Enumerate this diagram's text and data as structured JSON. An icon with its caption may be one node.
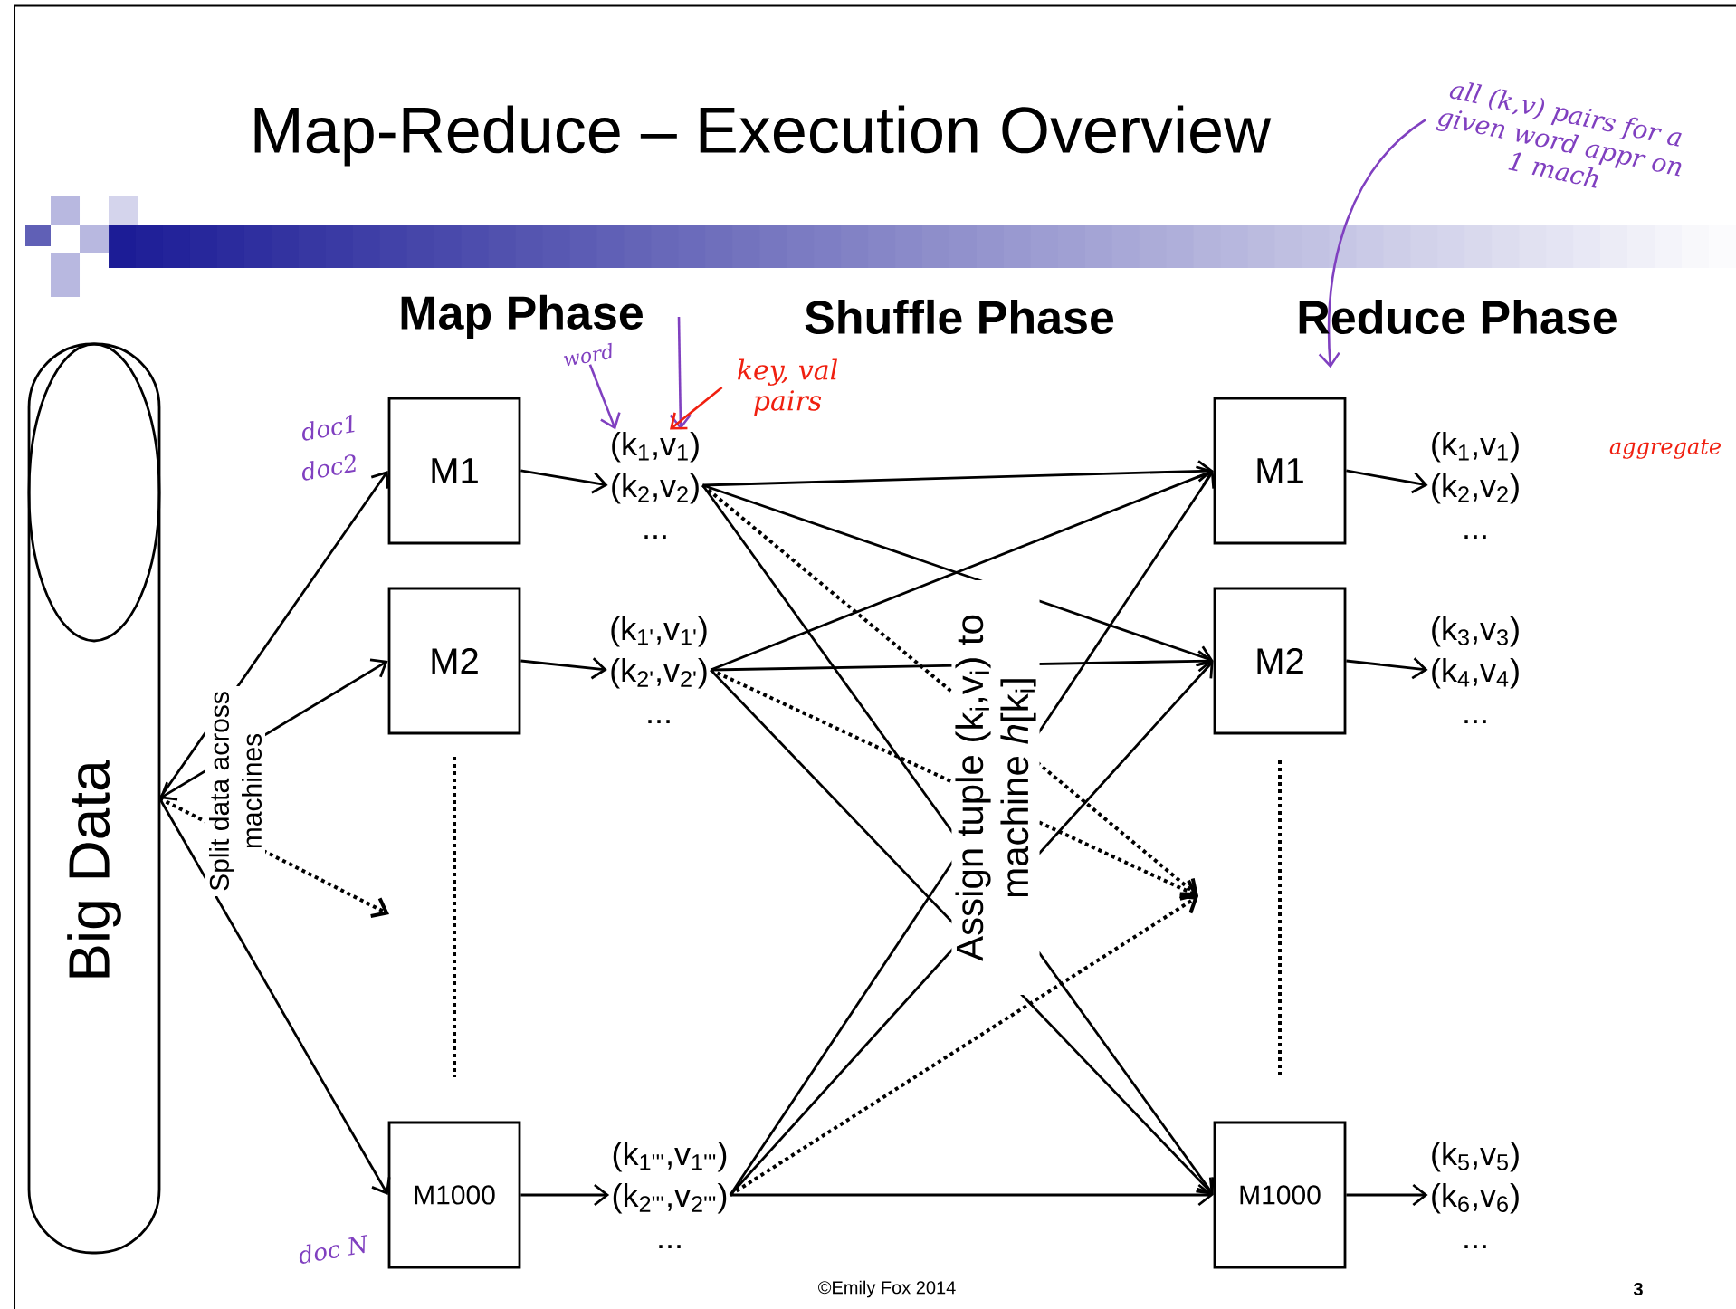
{
  "diagram": {
    "title": "Map-Reduce – Execution Overview",
    "nodes": [
      {
        "text": [
          "Big Data"
        ]
      },
      {
        "text": [
          "M1"
        ]
      },
      {
        "text": [
          "M2"
        ]
      },
      {
        "text": [
          "M1000"
        ]
      },
      {
        "text": [
          "(k$_{1}$,v$_{1}$)",
          "(k$_{2}$,v$_{2}$)",
          "..."
        ]
      },
      {
        "text": [
          "(k$_{1'}$,v$_{1'}$)",
          "(k$_{2'}$,v$_{2'}$)",
          "..."
        ]
      },
      {
        "text": [
          "(k$_{1'''}$,v$_{1'''}$)",
          "(k$_{2'''}$,v$_{2'''}$)",
          "..."
        ]
      },
      {
        "text": [
          "M1"
        ]
      },
      {
        "text": [
          "M2"
        ]
      },
      {
        "text": [
          "M1000"
        ]
      },
      {
        "text": [
          "(k$_{1}$,v$_{1}$)",
          "(k$_{2}$,v$_{2}$)",
          "..."
        ]
      },
      {
        "text": [
          "(k$_{3}$,v$_{3}$)",
          "(k$_{4}$,v$_{4}$)",
          "..."
        ]
      },
      {
        "text": [
          "(k$_{5}$,v$_{5}$)",
          "(k$_{6}$,v$_{6}$)",
          "..."
        ]
      },
      {
        "text": [
          "word"
        ]
      },
      {
        "text": [
          "key, val pairs"
        ]
      },
      {
        "text": [
          "all (k,v) pairs for a given word appr on 1 mach"
        ]
      }
    ],
    "edges": [
      {
        "from": 0,
        "to": 1,
        "arrow": "to"
      },
      {
        "from": 0,
        "to": 2,
        "arrow": "both"
      },
      {
        "from": 0,
        "to": null,
        "arrow": "to",
        "style": "dashed"
      },
      {
        "from": 0,
        "to": 3,
        "arrow": "to"
      },
      {
        "from": 1,
        "to": 4,
        "arrow": "to"
      },
      {
        "from": 2,
        "to": 5,
        "arrow": "to"
      },
      {
        "from": 3,
        "to": 6,
        "arrow": "to"
      },
      {
        "from": 4,
        "to": 7,
        "arrow": "to"
      },
      {
        "from": 4,
        "to": 8,
        "arrow": "to"
      },
      {
        "from": 4,
        "to": 9,
        "arrow": "to"
      },
      {
        "from": 4,
        "to": null,
        "arrow": "to",
        "style": "dashed"
      },
      {
        "from": 5,
        "to": 7,
        "arrow": "to"
      },
      {
        "from": 5,
        "to": 8,
        "arrow": "to"
      },
      {
        "from": 5,
        "to": 9,
        "arrow": "to"
      },
      {
        "from": 5,
        "to": null,
        "arrow": "to",
        "style": "dashed"
      },
      {
        "from": 6,
        "to": 7,
        "arrow": "to"
      },
      {
        "from": 6,
        "to": 8,
        "arrow": "to"
      },
      {
        "from": 6,
        "to": 9,
        "arrow": "to"
      },
      {
        "from": 6,
        "to": null,
        "arrow": "to",
        "style": "dashed"
      },
      {
        "from": 7,
        "to": 10,
        "arrow": "to"
      },
      {
        "from": 8,
        "to": 11,
        "arrow": "to"
      },
      {
        "from": 9,
        "to": 12,
        "arrow": "to"
      },
      {
        "from": 13,
        "to": 4,
        "arrow": "to",
        "color": "#8040c0"
      },
      {
        "from": null,
        "to": 4,
        "arrow": "to",
        "color": "#8040c0"
      },
      {
        "from": 14,
        "to": 4,
        "arrow": "to",
        "color": "#f02010"
      },
      {
        "from": 15,
        "to": 7,
        "arrow": "to",
        "color": "#8040c0"
      }
    ],
    "labels": [
      "Map Phase",
      "Shuffle Phase",
      "Reduce Phase",
      "Split data across machines",
      "Assign tuple (k$_{i}$,v$_{i}$) to machine *h*[k$_{i}$]",
      "doc1",
      "doc2",
      "aggregate",
      "doc N",
      "©Emily Fox 2014",
      "3"
    ]
  }
}
